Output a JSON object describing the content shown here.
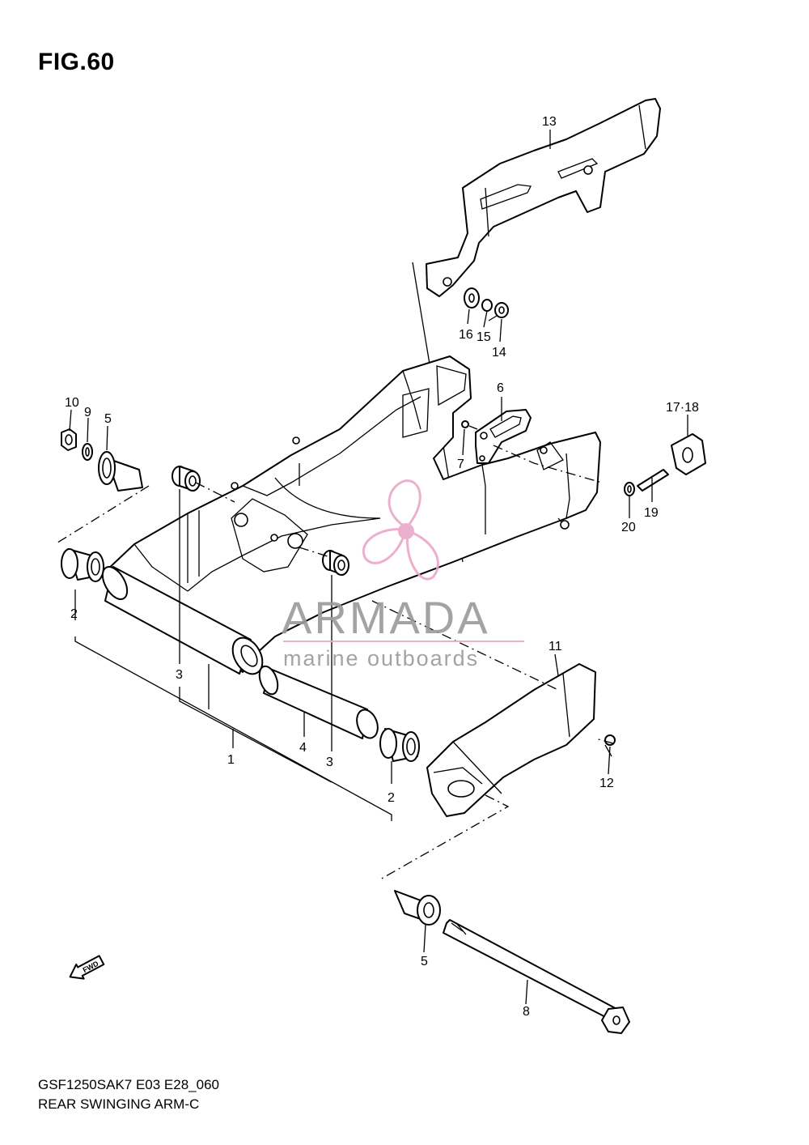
{
  "figure": {
    "title": "FIG.60"
  },
  "callouts": [
    {
      "id": "c1",
      "label": "1"
    },
    {
      "id": "c2a",
      "label": "2"
    },
    {
      "id": "c2b",
      "label": "2"
    },
    {
      "id": "c3a",
      "label": "3"
    },
    {
      "id": "c3b",
      "label": "3"
    },
    {
      "id": "c4",
      "label": "4"
    },
    {
      "id": "c5a",
      "label": "5"
    },
    {
      "id": "c5b",
      "label": "5"
    },
    {
      "id": "c6",
      "label": "6"
    },
    {
      "id": "c7",
      "label": "7"
    },
    {
      "id": "c8",
      "label": "8"
    },
    {
      "id": "c9",
      "label": "9"
    },
    {
      "id": "c10",
      "label": "10"
    },
    {
      "id": "c11",
      "label": "11"
    },
    {
      "id": "c12",
      "label": "12"
    },
    {
      "id": "c13",
      "label": "13"
    },
    {
      "id": "c14",
      "label": "14"
    },
    {
      "id": "c15",
      "label": "15"
    },
    {
      "id": "c16",
      "label": "16"
    },
    {
      "id": "c17",
      "label": "17·18"
    },
    {
      "id": "c19",
      "label": "19"
    },
    {
      "id": "c20",
      "label": "20"
    }
  ],
  "fwd_marker": {
    "label": "FWD",
    "icon": "fwd-arrow-icon"
  },
  "watermark": {
    "brand": "ARMADA",
    "tagline": "marine outboards",
    "logo_color": "#e9a8c8",
    "text_color": "#9a9a9a"
  },
  "footer": {
    "code": "GSF1250SAK7 E03 E28_060",
    "caption": "REAR SWINGING ARM-C"
  }
}
